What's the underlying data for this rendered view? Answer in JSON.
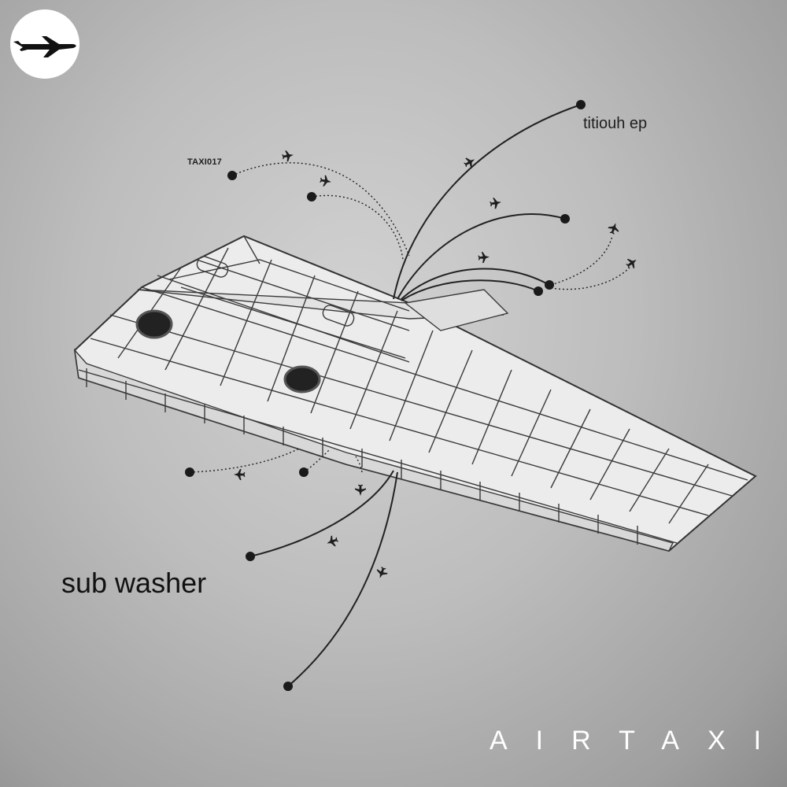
{
  "cover": {
    "catalog_number": "TAXI017",
    "release_title": "titiouh ep",
    "artist": "sub washer",
    "label_name": "AIRTAXI"
  },
  "logo": {
    "icon": "airplane-icon",
    "badge_color": "#ffffff",
    "icon_color": "#111111"
  },
  "colors": {
    "background": "#bdbdbd",
    "ink": "#1e1e1e",
    "label_text": "#ffffff"
  },
  "illustration": {
    "subject": "aircraft-wing-structure-icon",
    "route_icon": "airplane-icon"
  }
}
